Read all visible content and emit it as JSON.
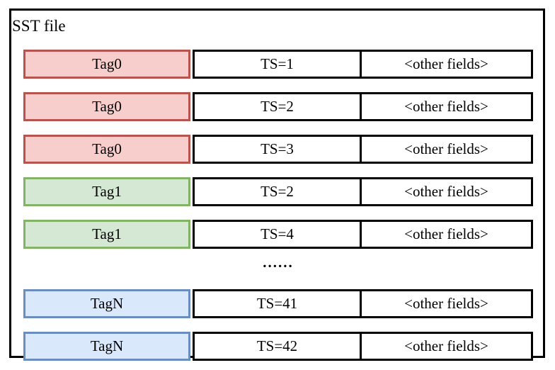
{
  "diagram": {
    "title": "SST file",
    "ellipsis": "......",
    "rows": [
      {
        "tag": "Tag0",
        "ts": "TS=1",
        "other": "<other fields>",
        "color": "red"
      },
      {
        "tag": "Tag0",
        "ts": "TS=2",
        "other": "<other fields>",
        "color": "red"
      },
      {
        "tag": "Tag0",
        "ts": "TS=3",
        "other": "<other fields>",
        "color": "red"
      },
      {
        "tag": "Tag1",
        "ts": "TS=2",
        "other": "<other fields>",
        "color": "green"
      },
      {
        "tag": "Tag1",
        "ts": "TS=4",
        "other": "<other fields>",
        "color": "green"
      },
      {
        "tag": "TagN",
        "ts": "TS=41",
        "other": "<other fields>",
        "color": "blue"
      },
      {
        "tag": "TagN",
        "ts": "TS=42",
        "other": "<other fields>",
        "color": "blue"
      }
    ],
    "colors": {
      "red": {
        "fill": "#f8cecc",
        "stroke": "#b85450"
      },
      "green": {
        "fill": "#d5e8d4",
        "stroke": "#82b366"
      },
      "blue": {
        "fill": "#dae8fc",
        "stroke": "#6c8ebf"
      },
      "frame": {
        "fill": "#ffffff",
        "stroke": "#000000"
      }
    }
  }
}
